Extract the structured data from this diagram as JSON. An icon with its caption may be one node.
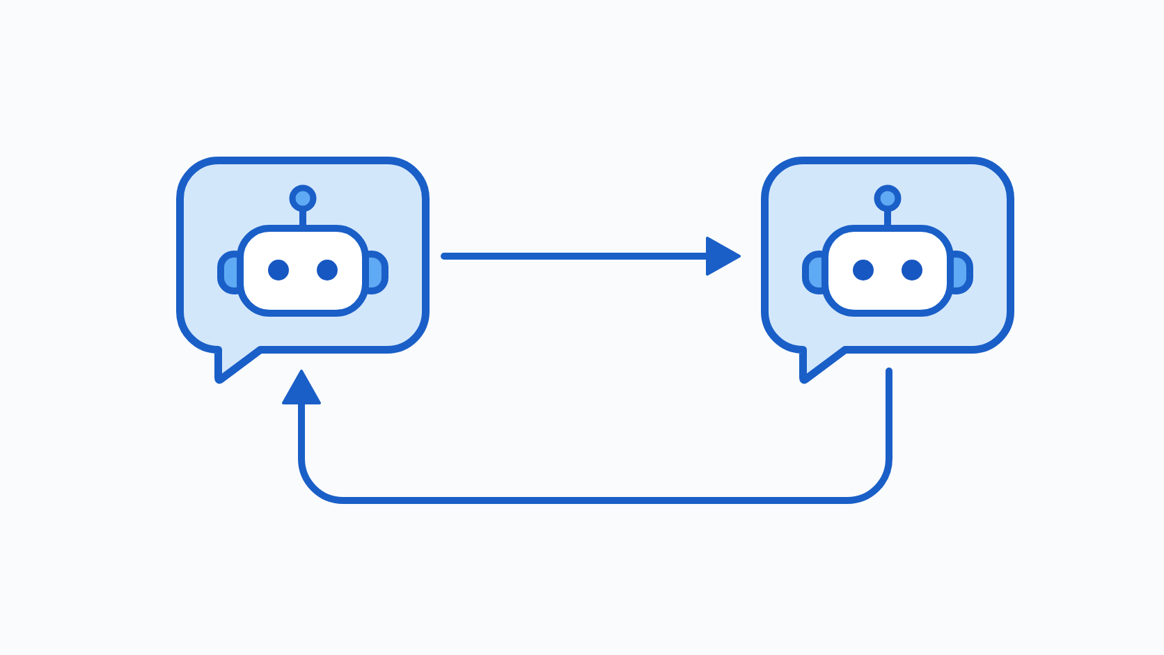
{
  "diagram": {
    "nodes": [
      {
        "text": [],
        "shape": "picture"
      },
      {
        "text": [],
        "shape": "picture"
      }
    ],
    "edges": [
      {
        "from": 0,
        "to": 1,
        "arrow": "to"
      },
      {
        "from": 1,
        "to": 0,
        "arrow": "to"
      }
    ]
  }
}
